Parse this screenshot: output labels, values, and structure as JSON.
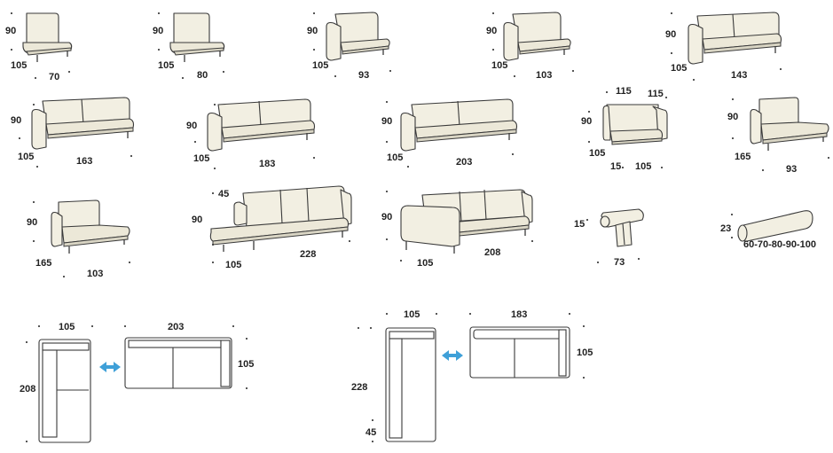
{
  "modules": [
    {
      "id": "m1",
      "labels": {
        "h": "90",
        "d": "105",
        "w": "70"
      }
    },
    {
      "id": "m2",
      "labels": {
        "h": "90",
        "d": "105",
        "w": "80"
      }
    },
    {
      "id": "m3",
      "labels": {
        "h": "90",
        "d": "105",
        "w": "93"
      }
    },
    {
      "id": "m4",
      "labels": {
        "h": "90",
        "d": "105",
        "w": "103"
      }
    },
    {
      "id": "m5",
      "labels": {
        "h": "90",
        "d": "105",
        "w": "143"
      }
    },
    {
      "id": "m6",
      "labels": {
        "h": "90",
        "d": "105",
        "w": "163"
      }
    },
    {
      "id": "m7",
      "labels": {
        "h": "90",
        "d": "105",
        "w": "183"
      }
    },
    {
      "id": "m8",
      "labels": {
        "h": "90",
        "d": "105",
        "w": "203"
      }
    },
    {
      "id": "m9",
      "labels": {
        "h": "90",
        "d": "105",
        "w": "105",
        "a": "115",
        "b": "115",
        "c": "15"
      }
    },
    {
      "id": "m10",
      "labels": {
        "h": "90",
        "d": "165",
        "w": "93"
      }
    },
    {
      "id": "m11",
      "labels": {
        "h": "90",
        "d": "165",
        "w": "103"
      }
    },
    {
      "id": "m12",
      "labels": {
        "h": "90",
        "d": "105",
        "w": "228",
        "a": "45"
      }
    },
    {
      "id": "m13",
      "labels": {
        "h": "90",
        "d": "105",
        "w": "208"
      }
    },
    {
      "id": "m14",
      "labels": {
        "h": "15",
        "w": "73"
      }
    },
    {
      "id": "m15",
      "labels": {
        "h": "23",
        "w": "60-70-80-90-100"
      }
    }
  ],
  "plans": [
    {
      "id": "p1",
      "left_w": "105",
      "left_h": "208",
      "right_w": "203",
      "right_d": "105"
    },
    {
      "id": "p2",
      "left_w": "105",
      "left_h": "228",
      "left_small": "45",
      "right_w": "183",
      "right_d": "105"
    }
  ],
  "colors": {
    "fabric": "#f2efe2",
    "outline": "#3a3a3a",
    "arrow": "#3fa0d8"
  }
}
